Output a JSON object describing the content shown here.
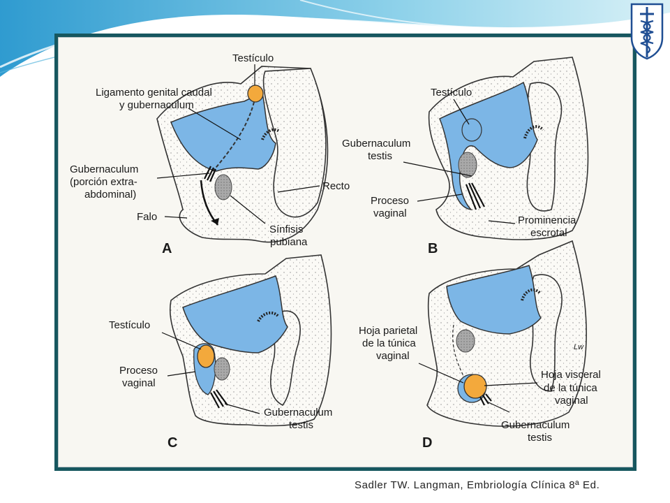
{
  "colors": {
    "tissue_blue": "#7cb6e6",
    "testis_orange": "#f3a93c",
    "frame": "#17575f",
    "swoosh": "#3ea7d6"
  },
  "logo": {
    "icon": "caduceus-shield-icon"
  },
  "panels": [
    {
      "letter": "A",
      "labels": {
        "testiculo": "Testículo",
        "ligamento_1": "Ligamento genital caudal",
        "ligamento_2": "y gubernaculum",
        "gub_1": "Gubernaculum",
        "gub_2": "(porción extra-",
        "gub_3": "abdominal)",
        "recto": "Recto",
        "falo": "Falo",
        "sinfisis_1": "Sínfisis",
        "sinfisis_2": "pubiana"
      }
    },
    {
      "letter": "B",
      "labels": {
        "testiculo": "Testículo",
        "gub_1": "Gubernaculum",
        "gub_2": "testis",
        "proceso_1": "Proceso",
        "proceso_2": "vaginal",
        "prominencia_1": "Prominencia",
        "prominencia_2": "escrotal"
      }
    },
    {
      "letter": "C",
      "labels": {
        "testiculo": "Testículo",
        "proceso_1": "Proceso",
        "proceso_2": "vaginal",
        "gub_1": "Gubernaculum",
        "gub_2": "testis"
      }
    },
    {
      "letter": "D",
      "labels": {
        "parietal_1": "Hoja parietal",
        "parietal_2": "de la túnica",
        "parietal_3": "vaginal",
        "visceral_1": "Hoja visceral",
        "visceral_2": "de la túnica",
        "visceral_3": "vaginal",
        "gub_1": "Gubernaculum",
        "gub_2": "testis",
        "signature": "Lw"
      }
    }
  ],
  "caption": "Sadler TW. Langman, Embriología Clínica 8ª Ed."
}
